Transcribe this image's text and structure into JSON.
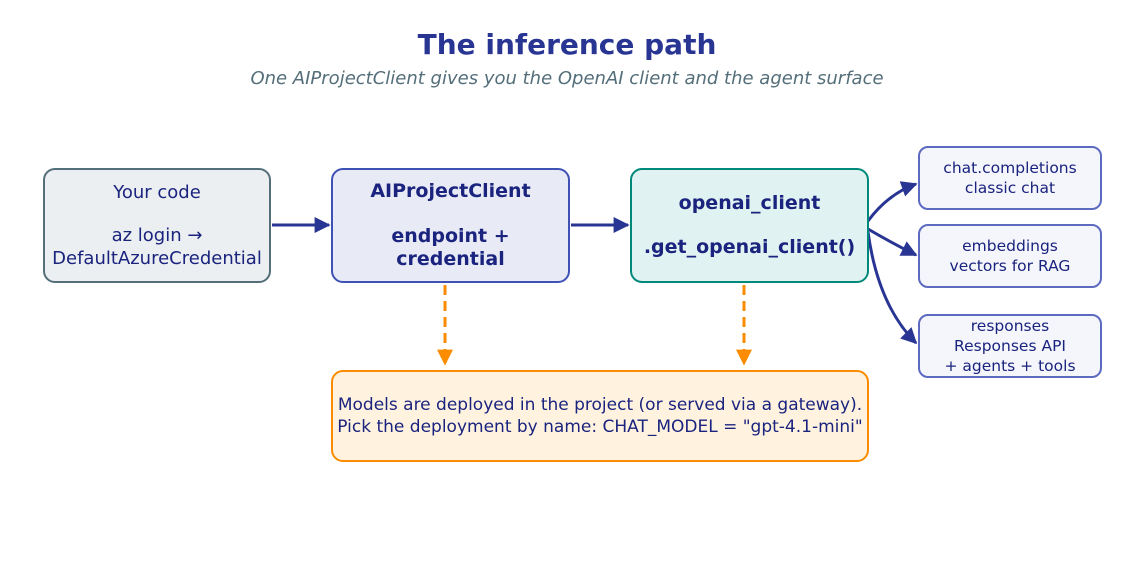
{
  "header": {
    "title": "The inference path",
    "subtitle": "One AIProjectClient gives you the OpenAI client and the agent surface"
  },
  "nodes": {
    "code": {
      "line1": "Your code",
      "line2": "az login →",
      "line3": "DefaultAzureCredential"
    },
    "client": {
      "line1": "AIProjectClient",
      "line2": "endpoint +",
      "line3": "credential"
    },
    "openai": {
      "line1": "openai_client",
      "line2": ".get_openai_client()"
    },
    "chat": {
      "line1": "chat.completions",
      "line2": "classic chat"
    },
    "embeddings": {
      "line1": "embeddings",
      "line2": "vectors for RAG"
    },
    "responses": {
      "line1": "responses",
      "line2": "Responses API",
      "line3": "+ agents + tools"
    },
    "models": {
      "line1": "Models are deployed in the project (or served via a gateway).",
      "line2": "Pick the deployment by name:  CHAT_MODEL = \"gpt-4.1-mini\""
    }
  },
  "colors": {
    "arrow": "#283593",
    "dashed_arrow": "#fb8c00",
    "title": "#283593",
    "subtitle": "#546e7a"
  }
}
